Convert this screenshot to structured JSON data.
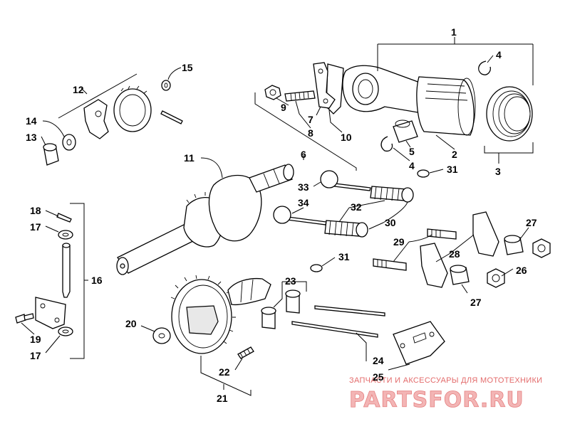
{
  "callouts": {
    "c1": "1",
    "c2": "2",
    "c3": "3",
    "c4a": "4",
    "c4b": "4",
    "c5": "5",
    "c6": "6",
    "c7": "7",
    "c8": "8",
    "c9": "9",
    "c10": "10",
    "c11": "11",
    "c12": "12",
    "c13": "13",
    "c14": "14",
    "c15": "15",
    "c16": "16",
    "c17a": "17",
    "c17b": "17",
    "c18": "18",
    "c19": "19",
    "c20": "20",
    "c21": "21",
    "c22": "22",
    "c23": "23",
    "c24": "24",
    "c25": "25",
    "c26": "26",
    "c27a": "27",
    "c27b": "27",
    "c28": "28",
    "c29": "29",
    "c30": "30",
    "c31a": "31",
    "c31b": "31",
    "c32": "32",
    "c33": "33",
    "c34": "34"
  },
  "watermark": {
    "subtitle": "ЗАПЧАСТИ И АКСЕССУАРЫ ДЛЯ МОТОТЕХНИКИ",
    "brand": "PARTSFOR.RU"
  }
}
